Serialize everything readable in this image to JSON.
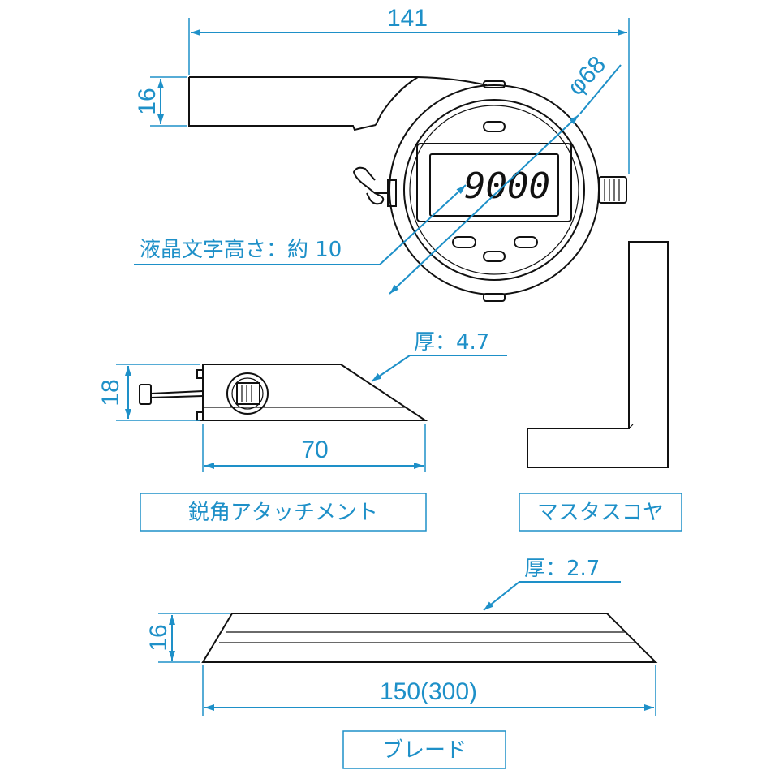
{
  "dimensions": {
    "gauge_length": "141",
    "gauge_bar_height": "16",
    "dial_diameter": "φ68",
    "lcd_text_height": "液晶文字高さ：約 10",
    "attachment_height": "18",
    "attachment_length": "70",
    "attachment_thickness": "厚：4.7",
    "blade_height": "16",
    "blade_length": "150(300)",
    "blade_thickness": "厚：2.7"
  },
  "display": {
    "reading": "9000"
  },
  "labels": {
    "attachment": "鋭角アタッチメント",
    "master_square": "マスタスコヤ",
    "blade": "ブレード"
  },
  "colors": {
    "annotation": "#1e90c8",
    "outline": "#111111"
  }
}
